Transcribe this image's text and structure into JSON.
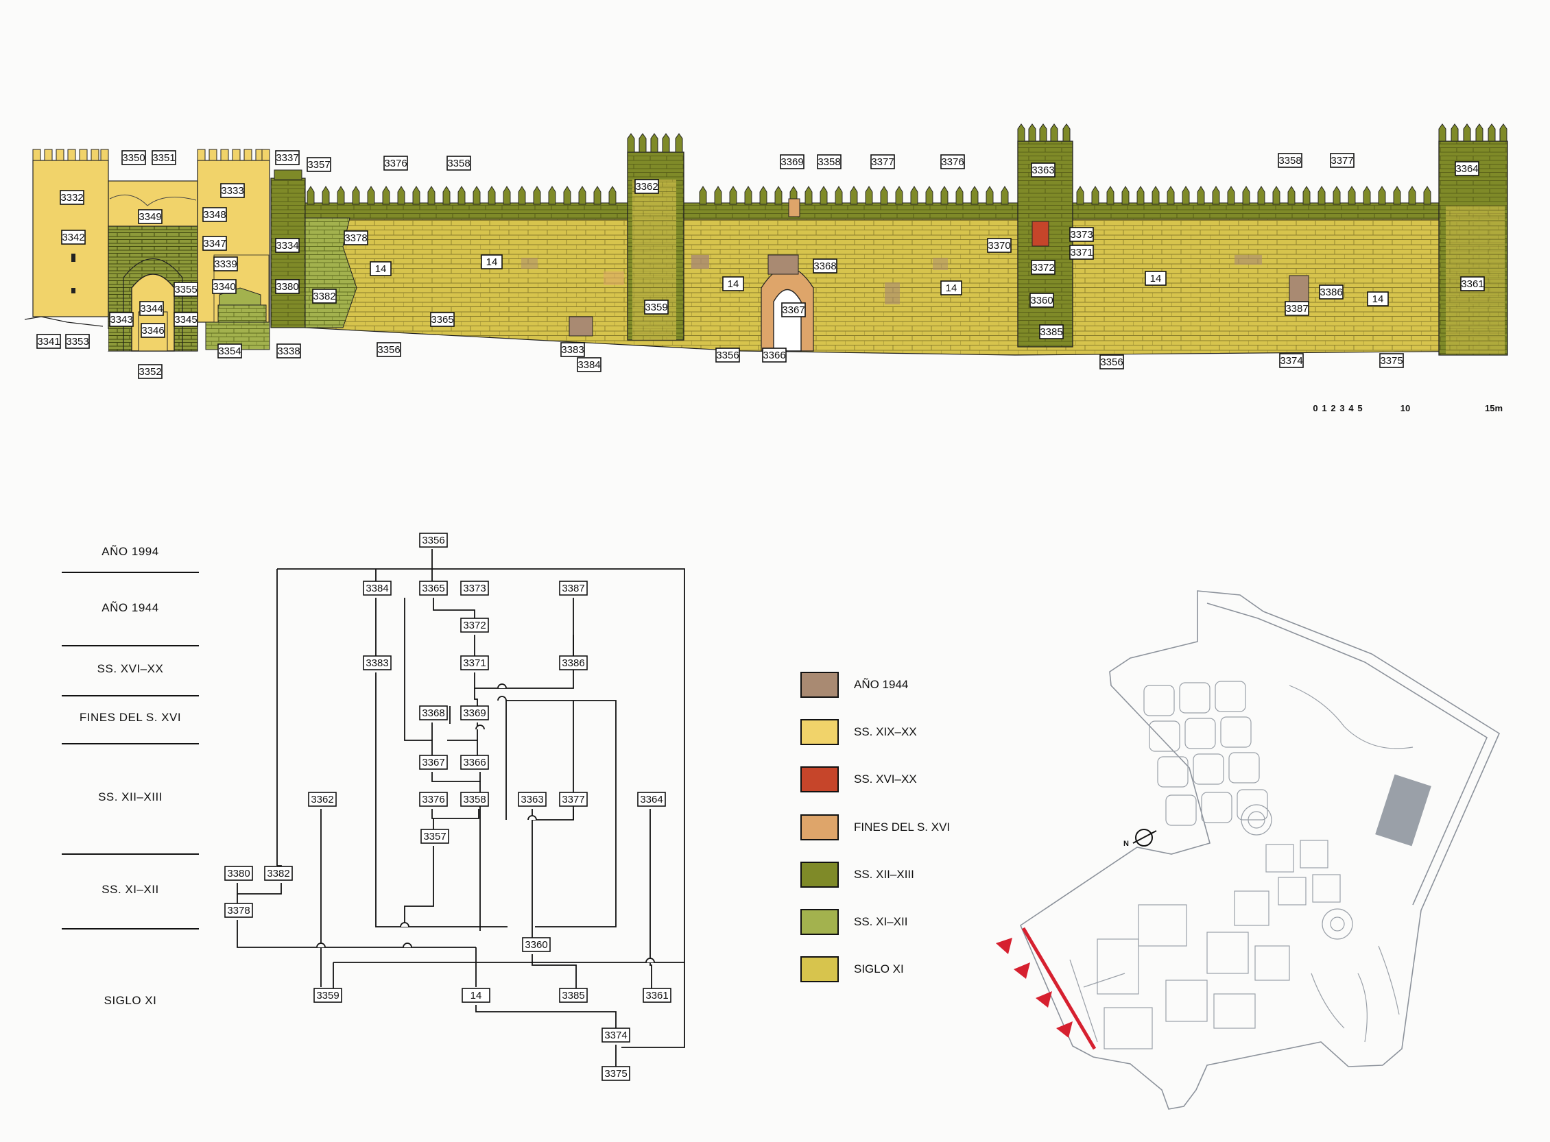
{
  "elevation": {
    "labels": [
      {
        "id": "e3350",
        "text": "3350"
      },
      {
        "id": "e3351",
        "text": "3351"
      },
      {
        "id": "e3349",
        "text": "3349"
      },
      {
        "id": "e3332",
        "text": "3332"
      },
      {
        "id": "e3342",
        "text": "3342"
      },
      {
        "id": "e3333",
        "text": "3333"
      },
      {
        "id": "e3348",
        "text": "3348"
      },
      {
        "id": "e3347",
        "text": "3347"
      },
      {
        "id": "e3339",
        "text": "3339"
      },
      {
        "id": "e3340",
        "text": "3340"
      },
      {
        "id": "e3355",
        "text": "3355"
      },
      {
        "id": "e3344",
        "text": "3344"
      },
      {
        "id": "e3343",
        "text": "3343"
      },
      {
        "id": "e3345",
        "text": "3345"
      },
      {
        "id": "e3346",
        "text": "3346"
      },
      {
        "id": "e3341",
        "text": "3341"
      },
      {
        "id": "e3353",
        "text": "3353"
      },
      {
        "id": "e3352",
        "text": "3352"
      },
      {
        "id": "e3354",
        "text": "3354"
      },
      {
        "id": "e3337",
        "text": "3337"
      },
      {
        "id": "e3334",
        "text": "3334"
      },
      {
        "id": "e3380",
        "text": "3380"
      },
      {
        "id": "e3338",
        "text": "3338"
      },
      {
        "id": "e3357",
        "text": "3357"
      },
      {
        "id": "e3378",
        "text": "3378"
      },
      {
        "id": "e3382",
        "text": "3382"
      },
      {
        "id": "e3376a",
        "text": "3376"
      },
      {
        "id": "e3358a",
        "text": "3358"
      },
      {
        "id": "e14a",
        "text": "14"
      },
      {
        "id": "e14b",
        "text": "14"
      },
      {
        "id": "e3365",
        "text": "3365"
      },
      {
        "id": "e3356a",
        "text": "3356"
      },
      {
        "id": "e3383",
        "text": "3383"
      },
      {
        "id": "e3384",
        "text": "3384"
      },
      {
        "id": "e3362",
        "text": "3362"
      },
      {
        "id": "e3359",
        "text": "3359"
      },
      {
        "id": "e3356b",
        "text": "3356"
      },
      {
        "id": "e14c",
        "text": "14"
      },
      {
        "id": "e3369",
        "text": "3369"
      },
      {
        "id": "e3358b",
        "text": "3358"
      },
      {
        "id": "e3377a",
        "text": "3377"
      },
      {
        "id": "e3376b",
        "text": "3376"
      },
      {
        "id": "e3368",
        "text": "3368"
      },
      {
        "id": "e3367",
        "text": "3367"
      },
      {
        "id": "e3366",
        "text": "3366"
      },
      {
        "id": "e14d",
        "text": "14"
      },
      {
        "id": "e3363",
        "text": "3363"
      },
      {
        "id": "e3370",
        "text": "3370"
      },
      {
        "id": "e3373",
        "text": "3373"
      },
      {
        "id": "e3371",
        "text": "3371"
      },
      {
        "id": "e3372",
        "text": "3372"
      },
      {
        "id": "e3360",
        "text": "3360"
      },
      {
        "id": "e3385",
        "text": "3385"
      },
      {
        "id": "e3356c",
        "text": "3356"
      },
      {
        "id": "e14e",
        "text": "14"
      },
      {
        "id": "e3358c",
        "text": "3358"
      },
      {
        "id": "e3377b",
        "text": "3377"
      },
      {
        "id": "e3386",
        "text": "3386"
      },
      {
        "id": "e3387",
        "text": "3387"
      },
      {
        "id": "e3374",
        "text": "3374"
      },
      {
        "id": "e14f",
        "text": "14"
      },
      {
        "id": "e3375",
        "text": "3375"
      },
      {
        "id": "e3364",
        "text": "3364"
      },
      {
        "id": "e3361",
        "text": "3361"
      }
    ],
    "scale": {
      "ticks": [
        "0",
        "1",
        "2",
        "3",
        "4",
        "5",
        "10",
        "15m"
      ]
    }
  },
  "eras": [
    {
      "label": "AÑO 1994"
    },
    {
      "label": "AÑO 1944"
    },
    {
      "label": "SS. XVI–XX"
    },
    {
      "label": "FINES DEL S. XVI"
    },
    {
      "label": "SS. XII–XIII"
    },
    {
      "label": "SS. XI–XII"
    },
    {
      "label": "SIGLO XI"
    }
  ],
  "matrix": {
    "nodes": [
      {
        "id": "n3356",
        "text": "3356"
      },
      {
        "id": "n3384",
        "text": "3384"
      },
      {
        "id": "n3365",
        "text": "3365"
      },
      {
        "id": "n3373",
        "text": "3373"
      },
      {
        "id": "n3387",
        "text": "3387"
      },
      {
        "id": "n3372",
        "text": "3372"
      },
      {
        "id": "n3383",
        "text": "3383"
      },
      {
        "id": "n3371",
        "text": "3371"
      },
      {
        "id": "n3386",
        "text": "3386"
      },
      {
        "id": "n3368",
        "text": "3368"
      },
      {
        "id": "n3369",
        "text": "3369"
      },
      {
        "id": "n3367",
        "text": "3367"
      },
      {
        "id": "n3366",
        "text": "3366"
      },
      {
        "id": "n3362",
        "text": "3362"
      },
      {
        "id": "n3376",
        "text": "3376"
      },
      {
        "id": "n3358",
        "text": "3358"
      },
      {
        "id": "n3363",
        "text": "3363"
      },
      {
        "id": "n3377",
        "text": "3377"
      },
      {
        "id": "n3364",
        "text": "3364"
      },
      {
        "id": "n3357",
        "text": "3357"
      },
      {
        "id": "n3380",
        "text": "3380"
      },
      {
        "id": "n3382",
        "text": "3382"
      },
      {
        "id": "n3378",
        "text": "3378"
      },
      {
        "id": "n3360",
        "text": "3360"
      },
      {
        "id": "n3359",
        "text": "3359"
      },
      {
        "id": "n14",
        "text": "14"
      },
      {
        "id": "n3385",
        "text": "3385"
      },
      {
        "id": "n3361",
        "text": "3361"
      },
      {
        "id": "n3374",
        "text": "3374"
      },
      {
        "id": "n3375",
        "text": "3375"
      }
    ]
  },
  "legend": [
    {
      "label": "AÑO 1944",
      "color": "#a98a72"
    },
    {
      "label": "SS. XIX–XX",
      "color": "#f1d36a"
    },
    {
      "label": "SS. XVI–XX",
      "color": "#c6452a"
    },
    {
      "label": "FINES DEL S. XVI",
      "color": "#dea56a"
    },
    {
      "label": "SS. XII–XIII",
      "color": "#7f8a28"
    },
    {
      "label": "SS. XI–XII",
      "color": "#a3b24e"
    },
    {
      "label": "SIGLO XI",
      "color": "#d7c44d"
    }
  ],
  "map": {
    "north_label": "N",
    "highlight_color": "#d6202f"
  }
}
